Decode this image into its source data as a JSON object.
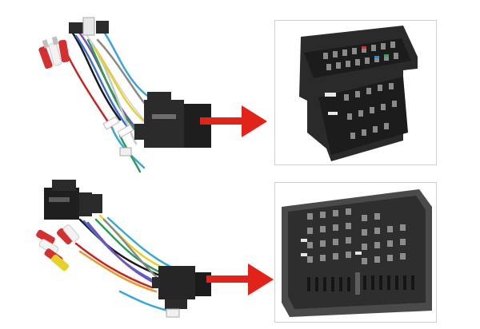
{
  "scene": {
    "description_free": true
  },
  "colors": {
    "background": "#ffffff",
    "arrow": "#e2231a",
    "connector_body": "#2b2b2b",
    "connector_shadow": "#1a1a1a",
    "panel_border": "#d0d0d0",
    "housing_grey": "#4a4a4a"
  },
  "items": [
    {
      "name": "harness-top",
      "kind": "wiring harness with rectangular plug"
    },
    {
      "name": "harness-bottom",
      "kind": "wiring harness with canbus box and plug"
    }
  ]
}
